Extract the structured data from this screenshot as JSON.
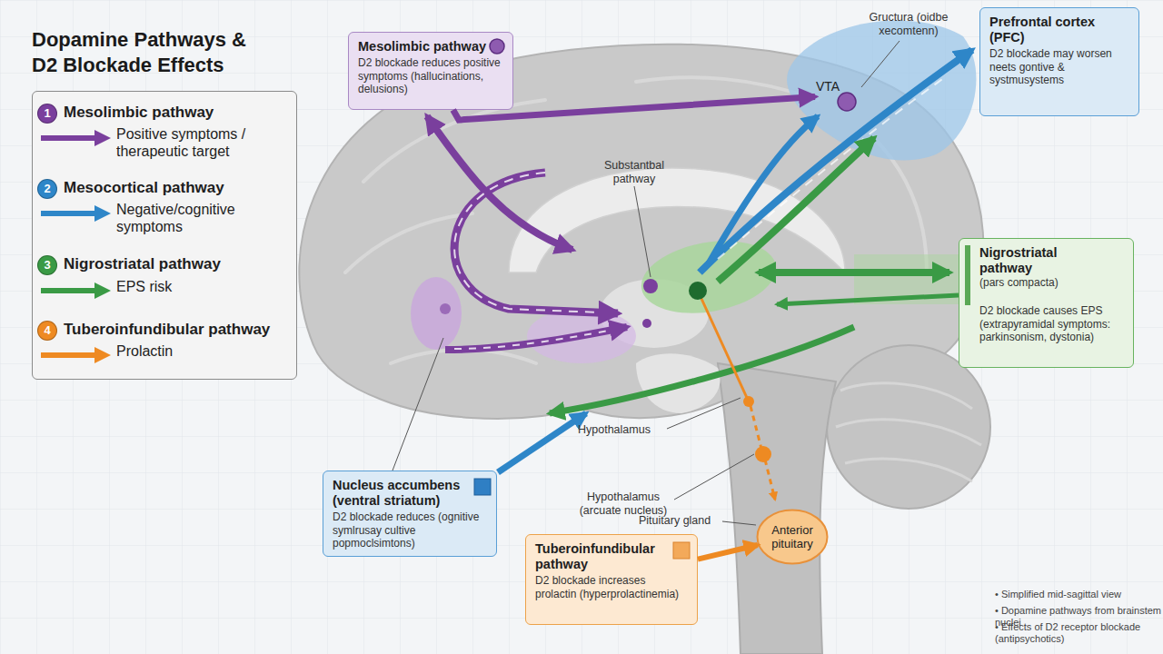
{
  "diagram": {
    "title": "Dopamine Pathways & D2 Blockade Effects",
    "nodes": [
      {
        "text": [
          "Mesolimbic pathway",
          "D2 blockade reduces positive symptoms (hallucinations, delusions)"
        ]
      },
      {
        "text": [
          "Prefrontal cortex (PFC)",
          "D2 blockade may worsen neets gontive & systmusystems"
        ]
      },
      {
        "text": [
          "VTA"
        ]
      },
      {
        "text": [
          "Nigrostriatal pathway",
          "(pars compacta)",
          "D2 blockade causes EPS (extrapyramidal symptoms: parkinsonism, dystonia)"
        ]
      },
      {
        "text": [
          "Nucleus accumbens (ventral striatum)",
          "D2 blockade reduces (ognitive symlrusay cultive popmoclsimtons)"
        ]
      },
      {
        "text": [
          "Anterior pituitary"
        ]
      },
      {
        "text": [
          "Tuberoinfundibular pathway",
          "D2 blockade increases prolactin (hyperprolactinemia)"
        ]
      }
    ],
    "edges": [
      {
        "from": 0,
        "to": 2,
        "arrow": "to"
      },
      {
        "from": 6,
        "to": 5,
        "arrow": "to"
      }
    ],
    "labels": [
      "1",
      "2",
      "3",
      "4",
      "Gructura (oidbe xecomtenn)",
      "Substantbal pathway",
      "Hypothalamus",
      "Hypothalamus (arcuate nucleus)",
      "Pituitary gland",
      "• Simplified mid-sagittal view",
      "• Dopamine pathways from brainstem nuclei",
      "• Effects of D2 receptor blockade (antipsychotics)"
    ],
    "legend": [
      {
        "text": "Mesolimbic pathway",
        "color": "#7a3f9d"
      },
      {
        "text": "Positive symptoms / therapeutic target"
      },
      {
        "text": "Mesocortical pathway",
        "color": "#2e86c8"
      },
      {
        "text": "Negative/cognitive symptoms"
      },
      {
        "text": "Nigrostriatal pathway",
        "color": "#3a9a45"
      },
      {
        "text": "EPS risk"
      },
      {
        "text": "Tuberoinfundibular pathway",
        "color": "#ee8a22"
      },
      {
        "text": "Prolactin"
      }
    ]
  }
}
